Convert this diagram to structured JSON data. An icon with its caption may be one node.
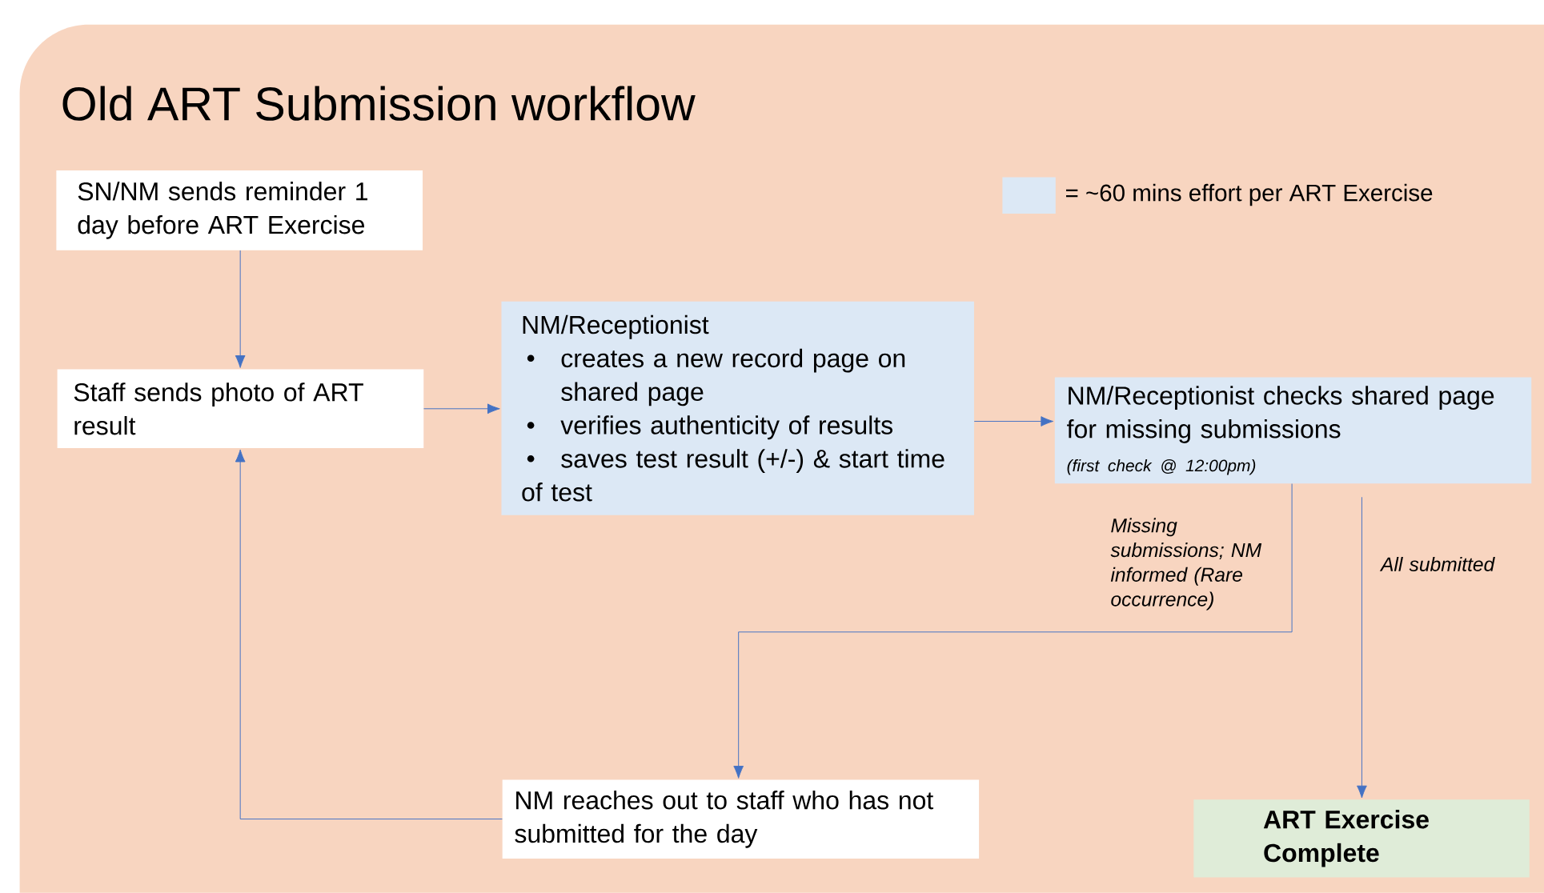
{
  "diagram": {
    "title": "Old ART Submission workflow",
    "nodes": [
      {
        "text": [
          "SN/NM sends reminder 1 day before ART Exercise"
        ]
      },
      {
        "text": [
          "Staff sends photo of ART result"
        ]
      },
      {
        "text": [
          "NM/Receptionist",
          "creates a new record page on shared page",
          "verifies authenticity of results",
          "saves test result (+/-) & start time of test"
        ]
      },
      {
        "text": [
          "NM/Receptionist checks shared page for missing submissions",
          "(first check @ 12:00pm)"
        ]
      },
      {
        "text": [
          "NM reaches out to staff who has not submitted for the day"
        ]
      },
      {
        "text": [
          "ART Exercise Complete"
        ]
      }
    ],
    "edges": [
      {
        "from": 0,
        "to": 1,
        "arrow": "to"
      },
      {
        "from": 1,
        "to": 2,
        "arrow": "to"
      },
      {
        "from": 2,
        "to": 3,
        "arrow": "to"
      },
      {
        "from": 3,
        "to": 4,
        "arrow": "to",
        "label": "Missing submissions; NM informed (Rare occurrence)"
      },
      {
        "from": 3,
        "to": 5,
        "arrow": "to",
        "label": "All submitted"
      },
      {
        "from": 4,
        "to": 1,
        "arrow": "to"
      }
    ],
    "legend": [
      {
        "text": "= ~60 mins effort per ART Exercise",
        "color": "#dce8f5"
      }
    ]
  }
}
